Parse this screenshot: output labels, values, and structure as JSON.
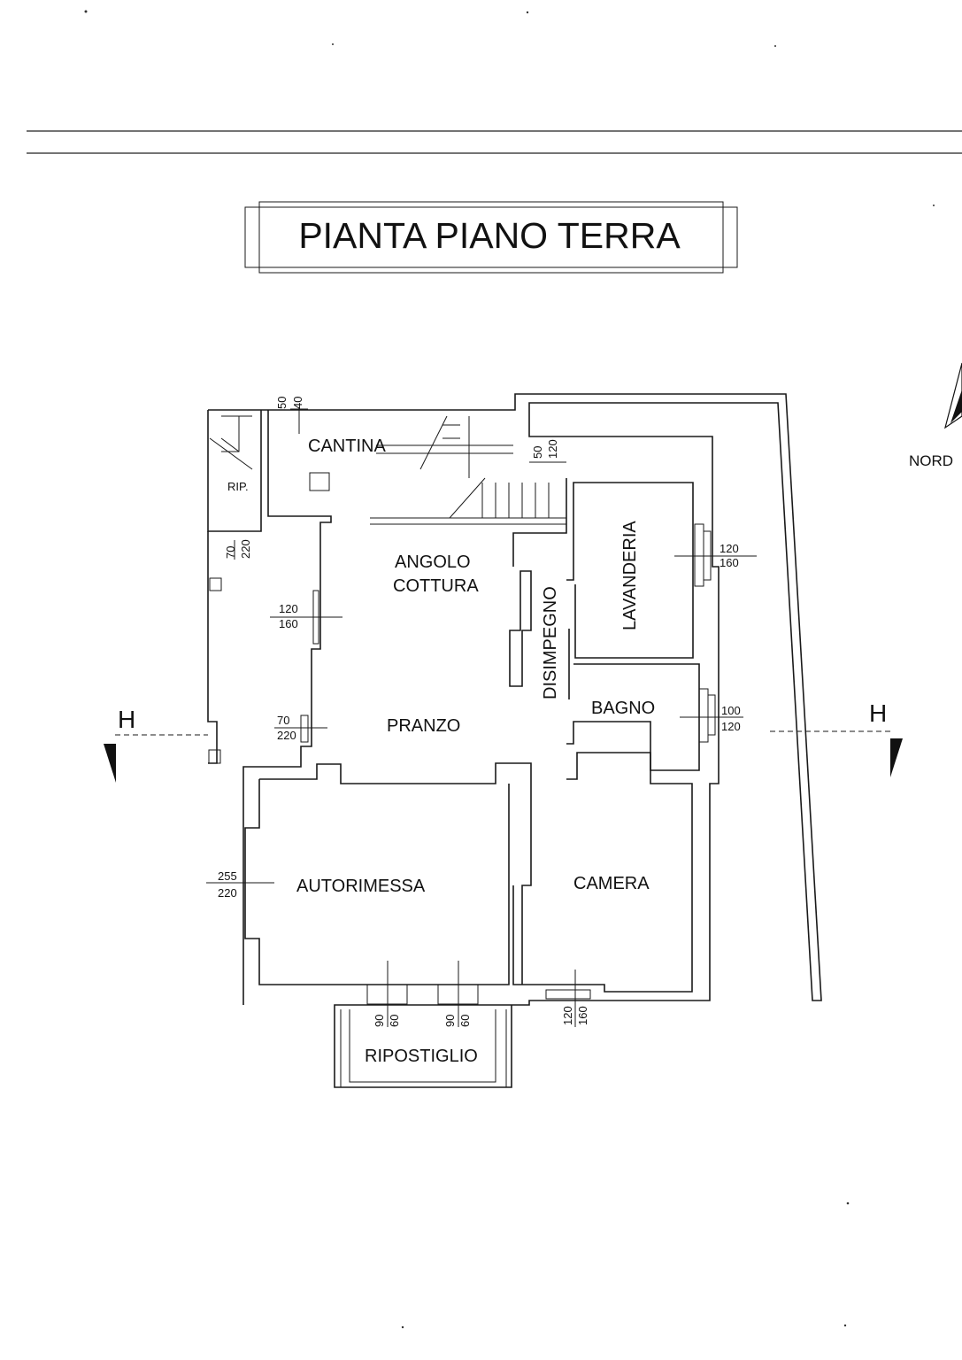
{
  "title": "PIANTA PIANO TERRA",
  "compass_label": "NORD",
  "section_marker": "H",
  "rooms": {
    "cantina": "CANTINA",
    "rip": "RIP.",
    "angolo_cottura_1": "ANGOLO",
    "angolo_cottura_2": "COTTURA",
    "pranzo": "PRANZO",
    "disimpegno": "DISIMPEGNO",
    "lavanderia": "LAVANDERIA",
    "bagno": "BAGNO",
    "autorimessa": "AUTORIMESSA",
    "camera": "CAMERA",
    "ripostiglio": "RIPOSTIGLIO"
  },
  "openings": {
    "cantina_top": {
      "w": "50",
      "h": "40"
    },
    "stair": {
      "w": "50",
      "h": "120"
    },
    "rip_door": {
      "w": "70",
      "h": "220"
    },
    "lavanderia_window": {
      "w": "120",
      "h": "160"
    },
    "cottura_window": {
      "w": "120",
      "h": "160"
    },
    "pranzo_door": {
      "w": "70",
      "h": "220"
    },
    "bagno_window": {
      "w": "100",
      "h": "120"
    },
    "autorimessa_door": {
      "w": "255",
      "h": "220"
    },
    "rip_door_left": {
      "w": "90",
      "h": "60"
    },
    "rip_door_right": {
      "w": "90",
      "h": "60"
    },
    "camera_window": {
      "w": "120",
      "h": "160"
    }
  }
}
